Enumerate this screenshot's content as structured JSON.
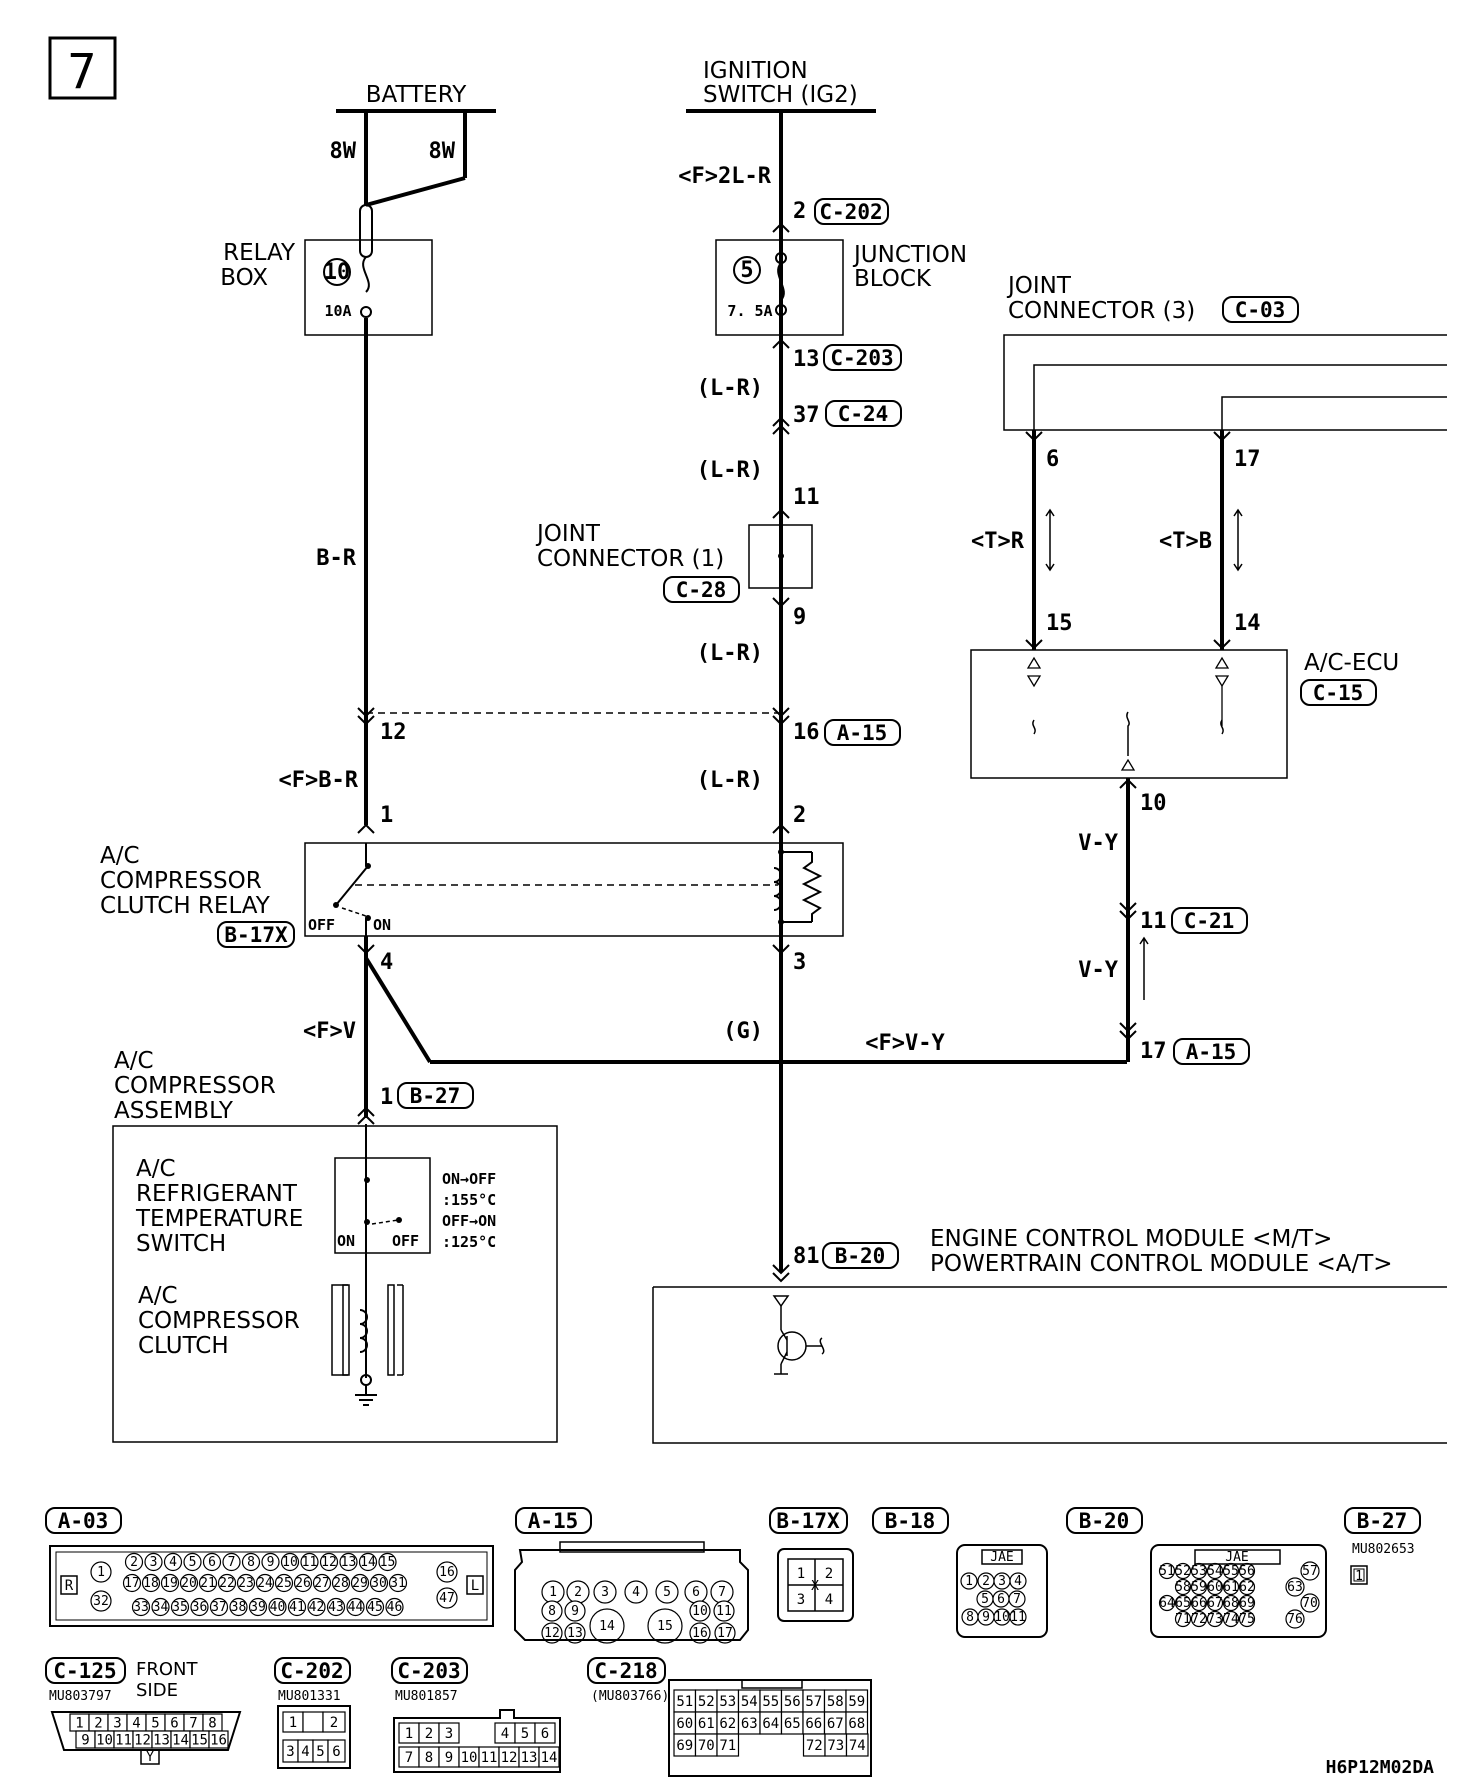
{
  "page_number": "7",
  "figure_code": "H6P12M02DA",
  "sources": {
    "battery": "BATTERY",
    "ignition_line1": "IGNITION",
    "ignition_line2": "SWITCH (IG2)"
  },
  "wire_codes": {
    "battery_left": "8W",
    "battery_right": "8W",
    "ign": "<F>2L-R",
    "jb_out": "(L-R)",
    "c24_out": "(L-R)",
    "jc_out": "(L-R)",
    "a15_out": "(L-R)",
    "relay_feed": "B-R",
    "relay_in": "<F>B-R",
    "tr": "<T>R",
    "tb": "<T>B",
    "vy1": "V-Y",
    "vy2": "V-Y",
    "fvy": "<F>V-Y",
    "fv": "<F>V",
    "g": "(G)"
  },
  "components": {
    "relay_box_1": "RELAY",
    "relay_box_2": "BOX",
    "relay_fuse_no": "10",
    "relay_fuse_amp": "10A",
    "jb_1": "JUNCTION",
    "jb_2": "BLOCK",
    "jb_fuse_no": "5",
    "jb_fuse_amp": "7. 5A",
    "jc3_1": "JOINT",
    "jc3_2": "CONNECTOR (3)",
    "jc3_tag": "C-03",
    "jc1_1": "JOINT",
    "jc1_2": "CONNECTOR (1)",
    "jc1_tag": "C-28",
    "ecu": "A/C-ECU",
    "ecu_tag": "C-15",
    "relay_1": "A/C",
    "relay_2": "COMPRESSOR",
    "relay_3": "CLUTCH RELAY",
    "relay_tag": "B-17X",
    "relay_off": "OFF",
    "relay_on": "ON",
    "asm_1": "A/C",
    "asm_2": "COMPRESSOR",
    "asm_3": "ASSEMBLY",
    "rts_1": "A/C",
    "rts_2": "REFRIGERANT",
    "rts_3": "TEMPERATURE",
    "rts_4": "SWITCH",
    "rts_on": "ON",
    "rts_off": "OFF",
    "rts_n1": "ON→OFF",
    "rts_n2": ":155°C",
    "rts_n3": "OFF→ON",
    "rts_n4": ":125°C",
    "clutch_1": "A/C",
    "clutch_2": "COMPRESSOR",
    "clutch_3": "CLUTCH",
    "ecm_1": "ENGINE CONTROL MODULE <M/T>",
    "ecm_2": "POWERTRAIN CONTROL MODULE <A/T>"
  },
  "pins": {
    "c202": "2",
    "c202_tag": "C-202",
    "c203": "13",
    "c203_tag": "C-203",
    "c24": "37",
    "c24_tag": "C-24",
    "jc_in": "11",
    "jc_out": "9",
    "jc3_6": "6",
    "jc3_17": "17",
    "ecu_15": "15",
    "ecu_14": "14",
    "ecu_10": "10",
    "a15_left": "12",
    "a15_right": "16",
    "a15_tag": "A-15",
    "relay_1": "1",
    "relay_2": "2",
    "relay_4": "4",
    "relay_3": "3",
    "c21": "11",
    "c21_tag": "C-21",
    "a15b": "17",
    "a15b_tag": "A-15",
    "b27": "1",
    "b27_tag": "B-27",
    "b20": "81",
    "b20_tag": "B-20"
  },
  "connectors": {
    "a03": "A-03",
    "a15": "A-15",
    "b17x": "B-17X",
    "b18": "B-18",
    "b20": "B-20",
    "b27": "B-27",
    "c125": "C-125",
    "c202": "C-202",
    "c203": "C-203",
    "c218": "C-218",
    "jae": "JAE",
    "b27_part": "MU802653",
    "c125_part": "MU803797",
    "c125_front": "FRONT",
    "c125_side": "SIDE",
    "c202_part": "MU801331",
    "c203_part": "MU801857",
    "c218_part": "(MU803766)",
    "a03_r": "R",
    "a03_l": "L",
    "c125_y": "Y",
    "b17x_x": "X"
  }
}
